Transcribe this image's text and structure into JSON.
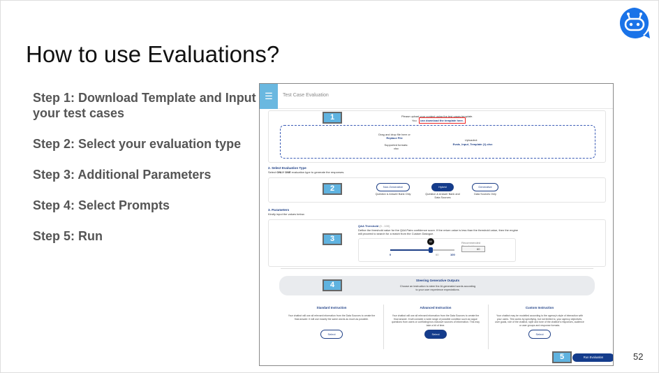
{
  "slide": {
    "title": "How to use Evaluations?",
    "page_number": "52",
    "steps": [
      "Step 1: Download Template and Input your test cases",
      "Step 2: Select your evaluation type",
      "Step 3: Additional Parameters",
      "Step 4: Select Prompts",
      "Step 5: Run"
    ],
    "logo_color": "#1a73e8"
  },
  "app": {
    "title": "Test Case Evaluation",
    "menu_icon": "hamburger-icon",
    "accent": "#143c8c",
    "callouts": [
      "1",
      "2",
      "3",
      "4",
      "5"
    ],
    "upload": {
      "instruction": "Please upload your content using the test cases template.",
      "download_prefix": "You",
      "download_link": "can download the template here.",
      "drop_text": "Drag and drop file here or",
      "replace_file": "Replace File",
      "formats_label": "Supported formats:",
      "formats_value": "xlsx",
      "uploaded_label": "Uploaded:",
      "uploaded_file": "Evals_Input_Template (1).xlsx"
    },
    "eval_type": {
      "heading": "2. Select Evaluation Type",
      "instruction_pre": "Select ",
      "instruction_bold": "ONLY ONE",
      "instruction_post": " evaluation type to generate the responses.",
      "options": [
        {
          "label": "Non-Generative",
          "caption": "Question & Answer Bank Only",
          "selected": false
        },
        {
          "label": "Hybrid",
          "caption": "Question & Answer Bank and Data Sources",
          "selected": true
        },
        {
          "label": "Generative",
          "caption": "Data Sources Only",
          "selected": false
        }
      ]
    },
    "parameters": {
      "heading": "3. Parameters",
      "instruction": "Kindly input the values below.",
      "threshold_title": "Q&A Threshold",
      "threshold_range": "(0 - 100)",
      "threshold_desc": "Define the threshold value for the Q&A Pairs confidence score. If the return value is less than the threshold value, then the engine will proceed to search for a match from the Custom Dialogue.",
      "slider_value": 60,
      "slider_min": "0",
      "slider_tick": "60",
      "slider_max": "100",
      "recommended_label": "Recommended Threshold",
      "input_value": "60"
    },
    "prompts": {
      "banner_title": "Steering Generative Outputs",
      "banner_desc": "Choose an instruction to steer the AI-generated words according to your user experience expectations.",
      "columns": [
        {
          "title": "Standard Instruction",
          "desc": "Your chatbot will use all relevant information from the Data Sources to create the final answer. It will use exactly the same words as much as possible.",
          "button": "Select",
          "selected": false
        },
        {
          "title": "Advanced Instruction",
          "desc": "Your chatbot will use all relevant information from the Data Sources to create the final answer. It will consider a wide range of possible condition such as vague questions from users or conflicting/non-inclusive sources of information. This may take a bit of time.",
          "button": "Select",
          "selected": true
        },
        {
          "title": "Custom Instruction",
          "desc": "Your chatbot may be modelled according to the agency's style of interaction with your users. This works by specifying, but not limited to, your agency objectives, user goals, role of the chatbot, style and tone of the chatbot's responses, audience or user groups and response formats.",
          "button": "Select",
          "selected": false
        }
      ]
    },
    "run_button": "Run Evaluation"
  }
}
